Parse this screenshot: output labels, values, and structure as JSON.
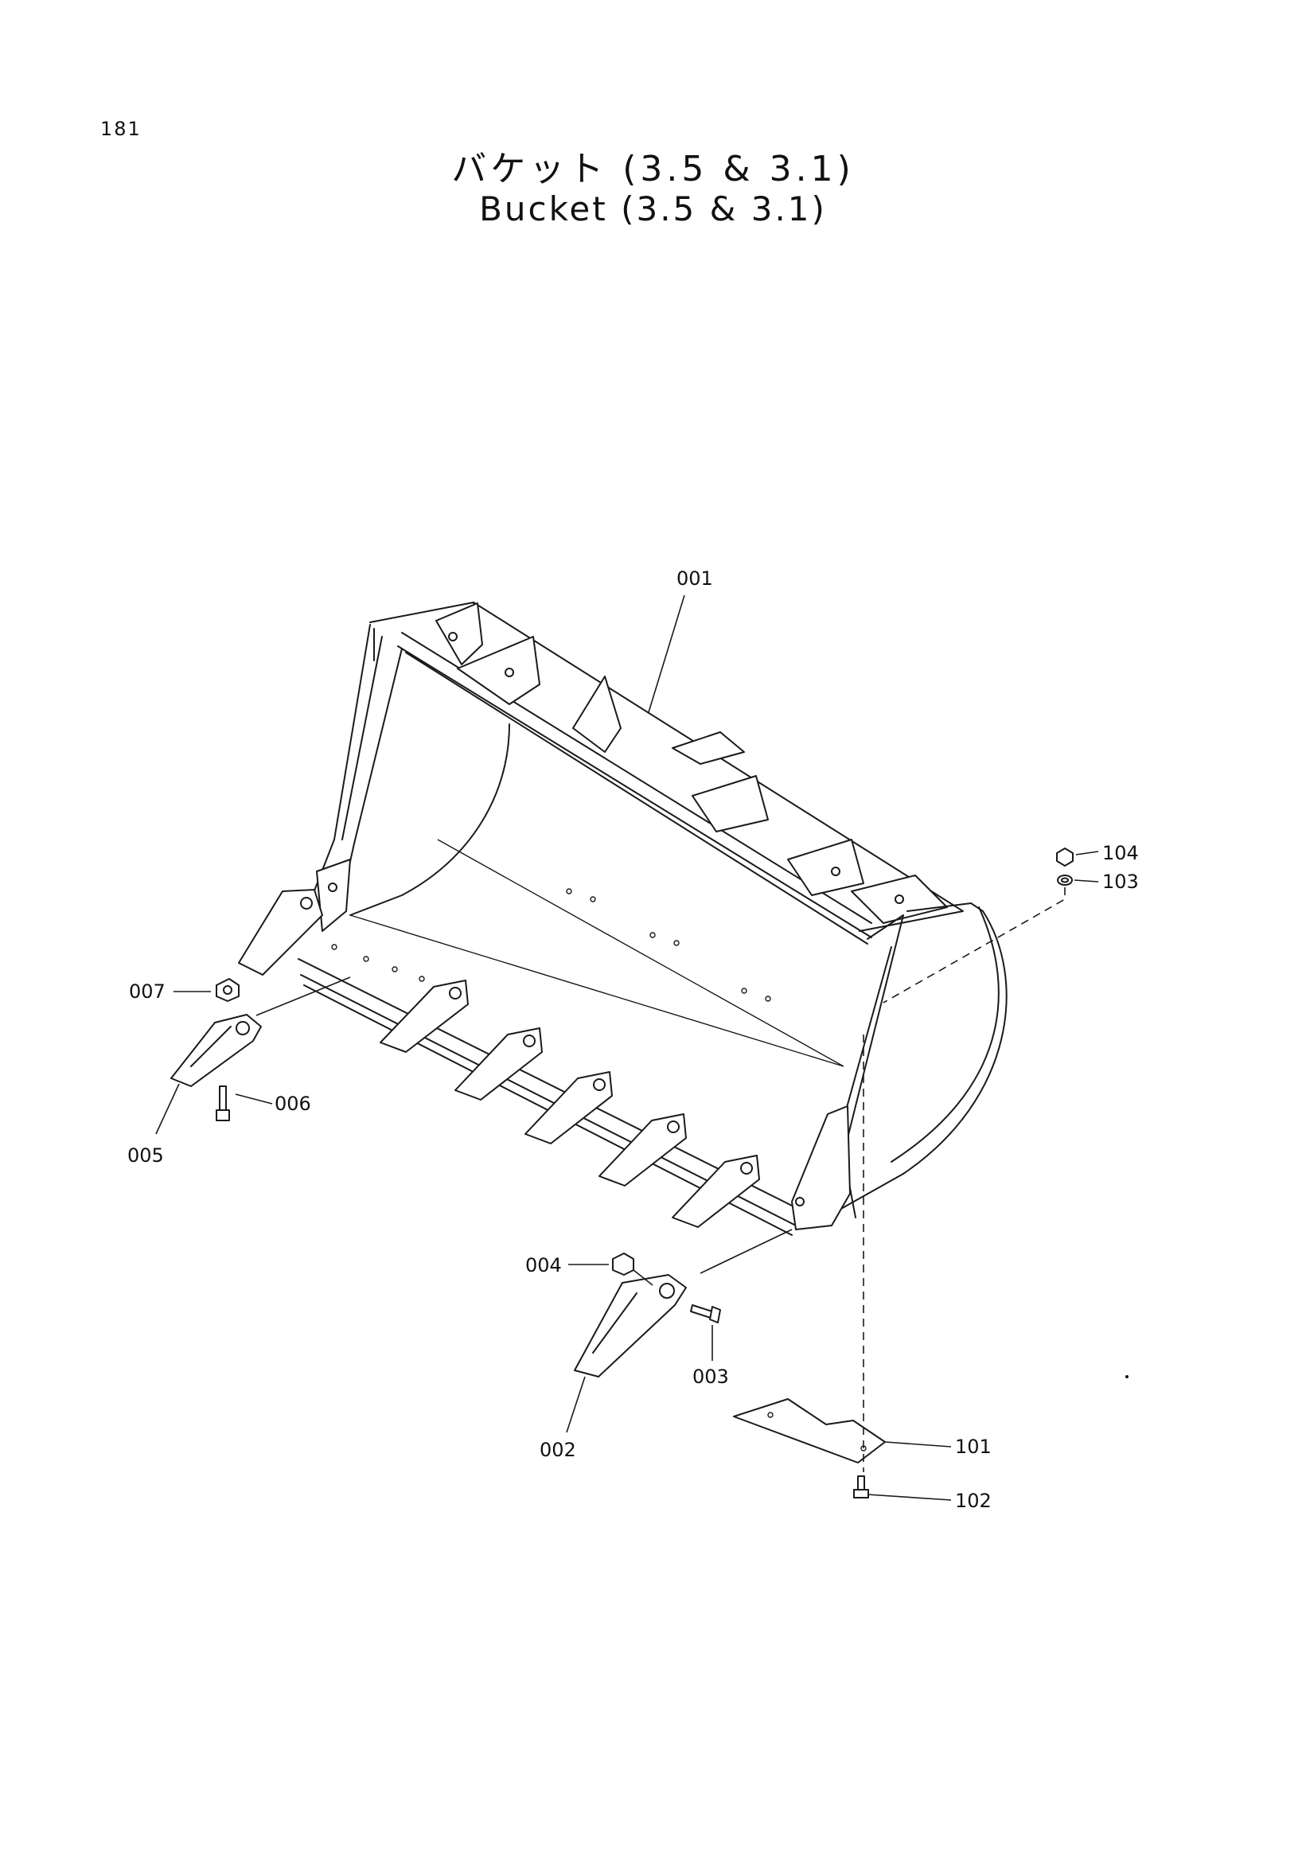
{
  "page_number": "181",
  "title_jp": "バケット (3.5 & 3.1)",
  "title_en": "Bucket (3.5 & 3.1)",
  "callouts": {
    "p001": "001",
    "p002": "002",
    "p003": "003",
    "p004": "004",
    "p005": "005",
    "p006": "006",
    "p007": "007",
    "p101": "101",
    "p102": "102",
    "p103": "103",
    "p104": "104"
  }
}
